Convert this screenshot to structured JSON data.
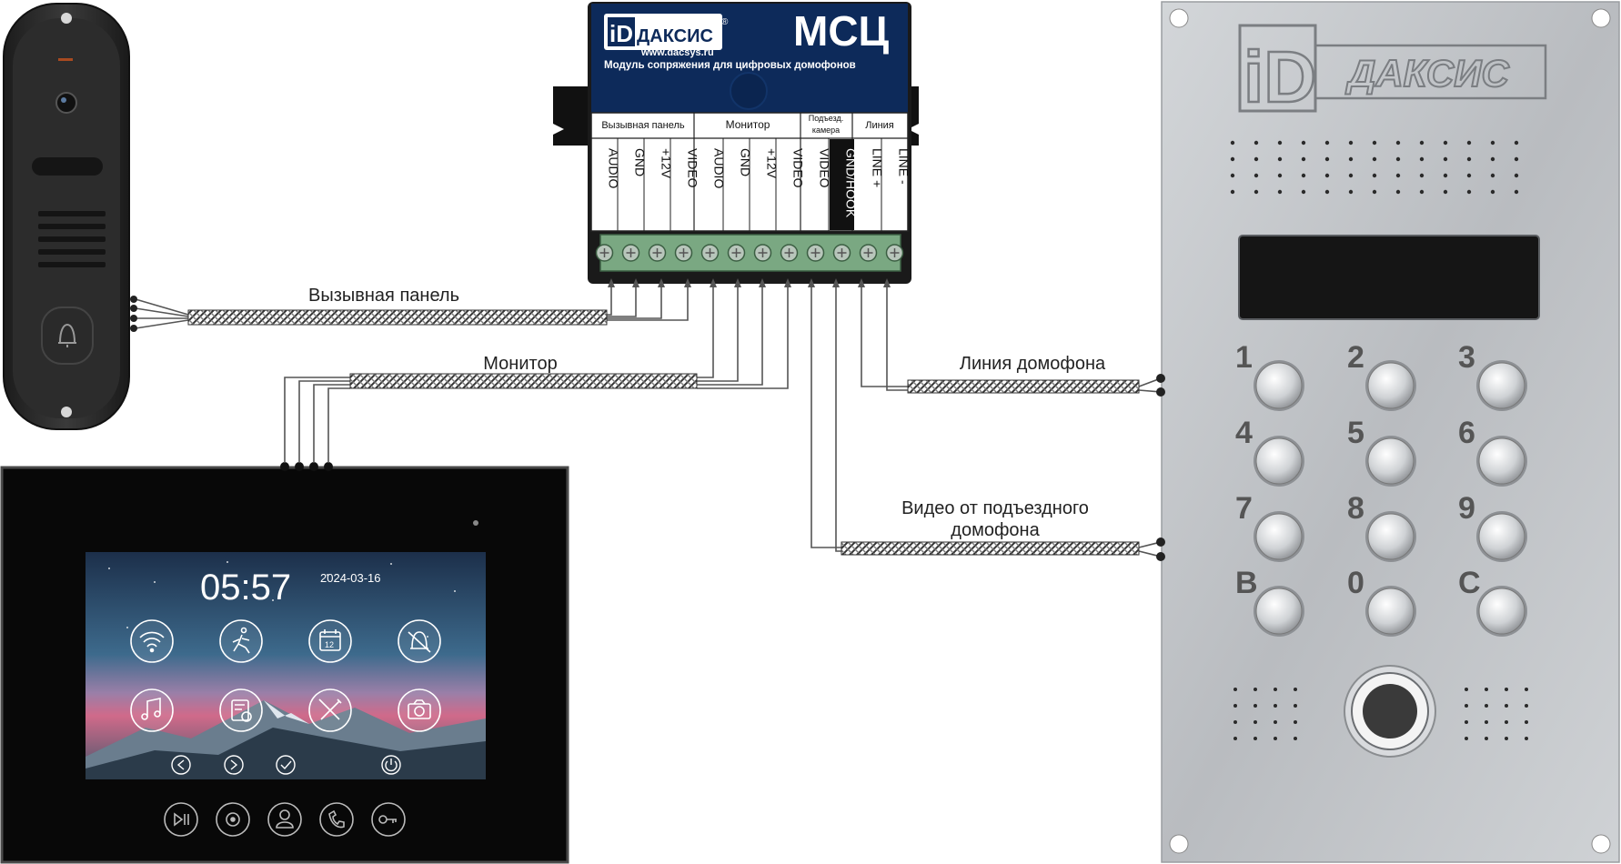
{
  "module": {
    "brand": "ДАКСИС",
    "brand_logo": "iD",
    "registered_mark": "®",
    "title": "МСЦ",
    "url": "www.dacsys.ru",
    "subtitle": "Модуль сопряжения для цифровых домофонов",
    "groups": [
      "Вызывная панель",
      "Монитор",
      "Подъезд. камера",
      "Линия"
    ],
    "terminals": [
      "AUDIO",
      "GND",
      "+12V",
      "VIDEO",
      "AUDIO",
      "GND",
      "+12V",
      "VIDEO",
      "VIDEO",
      "GND/HOOK",
      "LINE +",
      "LINE -"
    ]
  },
  "cables": {
    "call_panel": "Вызывная панель",
    "monitor": "Монитор",
    "line": "Линия домофона",
    "video_line1": "Видео от подъездного",
    "video_line2": "домофона"
  },
  "monitor_screen": {
    "time": "05:57",
    "date": "2024-03-16",
    "date_icon_day": "12",
    "icons": [
      "wifi-icon",
      "motion-icon",
      "calendar-icon",
      "mute-icon",
      "music-icon",
      "settings-file-icon",
      "tools-icon",
      "camera-icon"
    ],
    "nav_icons": [
      "prev-icon",
      "next-icon",
      "check-icon",
      "power-icon"
    ],
    "buttons": [
      "play-pause-icon",
      "record-icon",
      "user-icon",
      "phone-icon",
      "unlock-key-icon"
    ]
  },
  "door_panel": {
    "brand": "ДАКСИС",
    "brand_logo": "iD",
    "keys": [
      "1",
      "2",
      "3",
      "4",
      "5",
      "6",
      "7",
      "8",
      "9",
      "B",
      "0",
      "C"
    ]
  },
  "colors": {
    "module_blue": "#0d2a5a",
    "terminal_green": "#7aa882",
    "cable": "#555555",
    "brushed_steel": "#c6c9cc",
    "screen_sky": "#2a4b6e"
  }
}
